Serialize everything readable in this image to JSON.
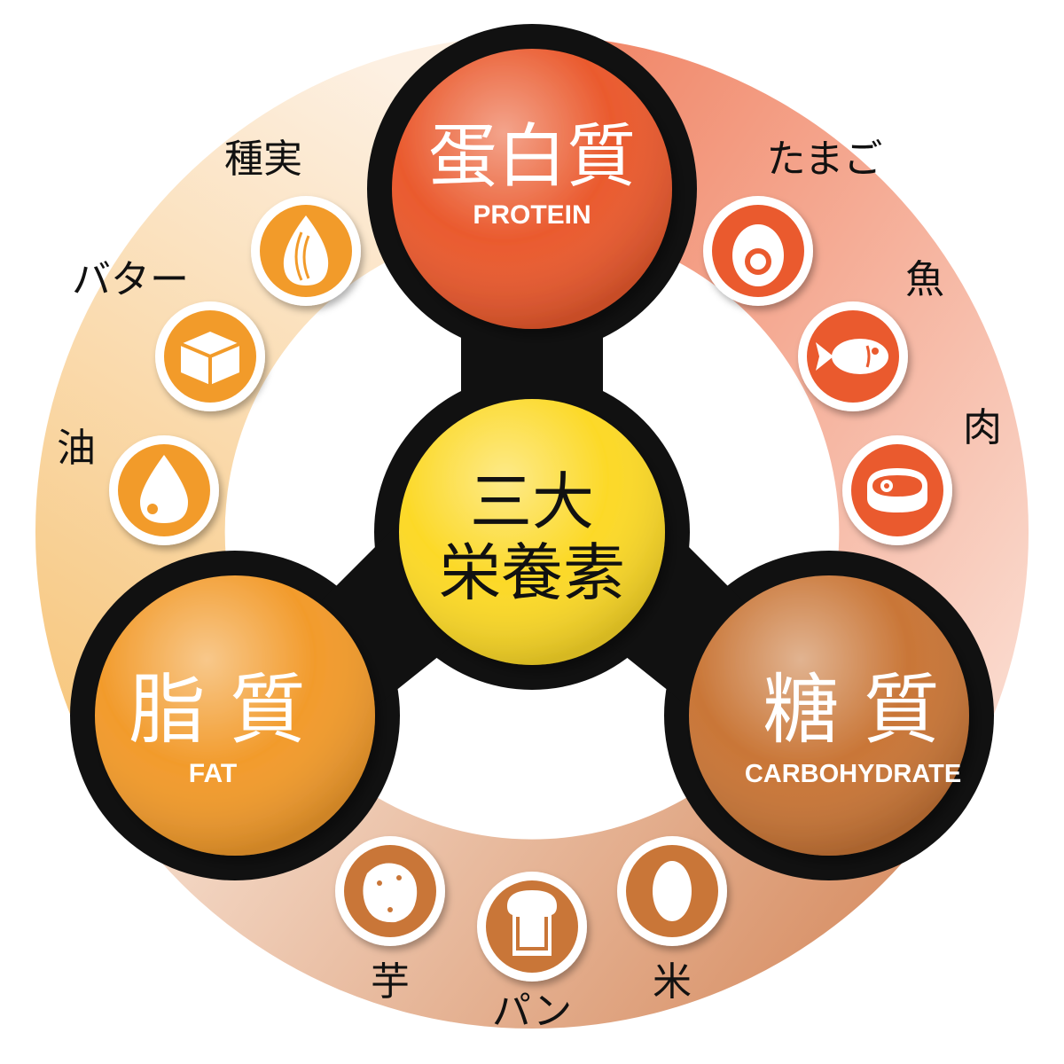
{
  "center": {
    "line1": "三大",
    "line2": "栄養素",
    "color": "#fcd928"
  },
  "nutrients": {
    "protein": {
      "jp": "蛋白質",
      "en": "PROTEIN",
      "color": "#ea5a2e"
    },
    "fat": {
      "jp": "脂 質",
      "en": "FAT",
      "color": "#f29b2c"
    },
    "carb": {
      "jp": "糖 質",
      "en": "CARBOHYDRATE",
      "color": "#c97637"
    }
  },
  "foods": {
    "protein": [
      {
        "label": "たまご",
        "icon": "egg-icon"
      },
      {
        "label": "魚",
        "icon": "fish-icon"
      },
      {
        "label": "肉",
        "icon": "meat-icon"
      }
    ],
    "fat": [
      {
        "label": "種実",
        "icon": "seed-icon"
      },
      {
        "label": "バター",
        "icon": "butter-icon"
      },
      {
        "label": "油",
        "icon": "oil-drop-icon"
      }
    ],
    "carb": [
      {
        "label": "芋",
        "icon": "potato-icon"
      },
      {
        "label": "パン",
        "icon": "bread-icon"
      },
      {
        "label": "米",
        "icon": "rice-icon"
      }
    ]
  }
}
